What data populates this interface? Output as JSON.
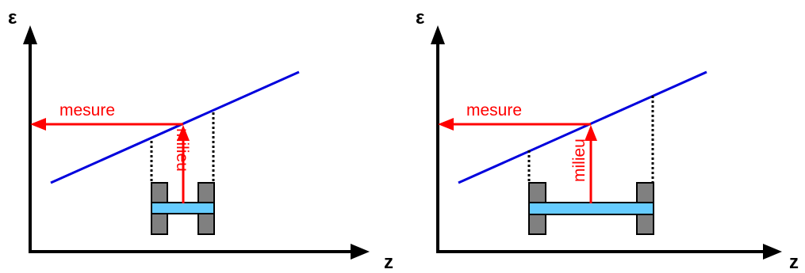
{
  "colors": {
    "axis": "#000000",
    "line": "#0000dd",
    "arrow": "#ff0000",
    "gauge_body": "#808080",
    "gauge_strip": "#66ccff",
    "guide": "#000000"
  },
  "panels": [
    {
      "y_axis_label": "ε",
      "x_axis_label": "z",
      "arrow_label": "mesure",
      "vertical_label": "milieu"
    },
    {
      "y_axis_label": "ε",
      "x_axis_label": "z",
      "arrow_label": "mesure",
      "vertical_label": "milieu"
    }
  ]
}
